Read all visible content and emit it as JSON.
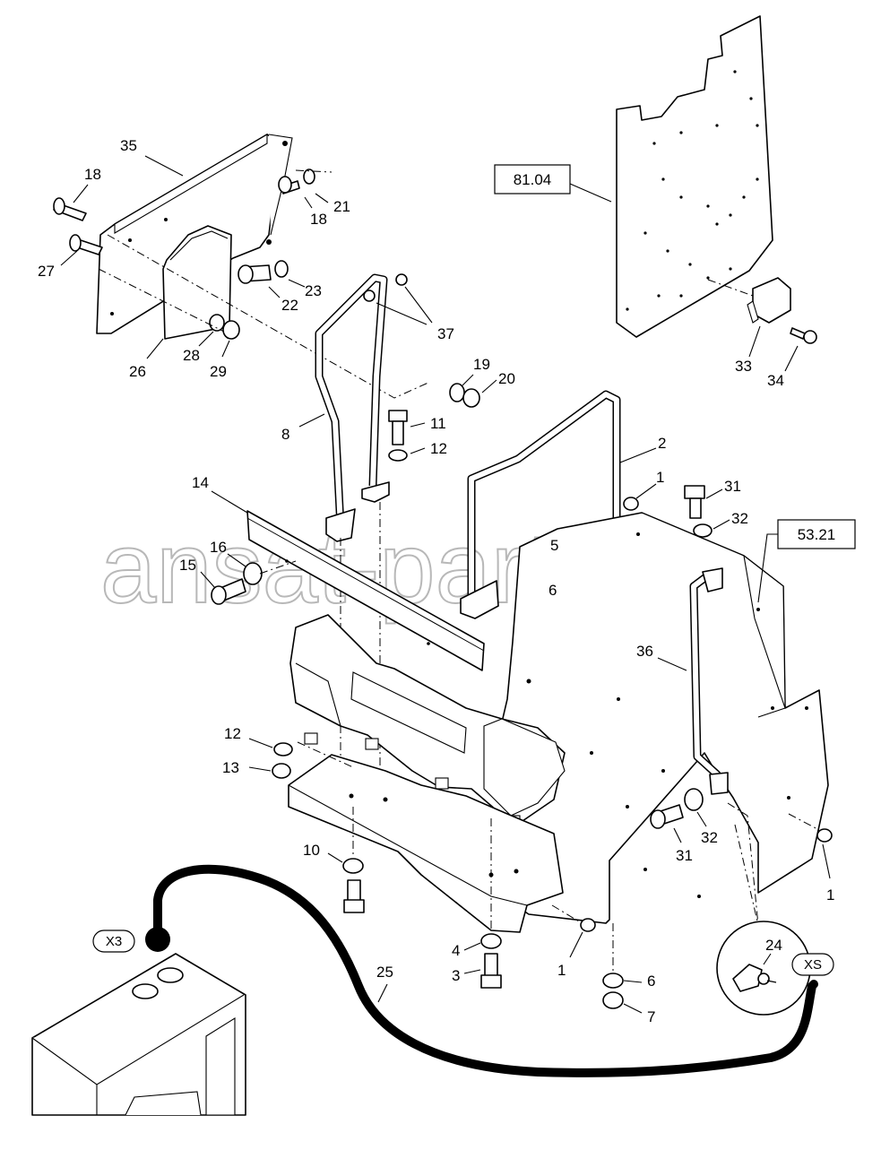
{
  "watermark": "ansat-parts.ru",
  "reference_boxes": [
    {
      "id": "ref-81-04",
      "text": "81.04"
    },
    {
      "id": "ref-53-21",
      "text": "53.21"
    }
  ],
  "connectors": [
    {
      "id": "connector-x3",
      "text": "X3"
    },
    {
      "id": "connector-xs",
      "text": "XS"
    }
  ],
  "callouts": [
    "35",
    "18",
    "21",
    "18",
    "27",
    "23",
    "22",
    "26",
    "28",
    "29",
    "37",
    "19",
    "20",
    "8",
    "11",
    "12",
    "2",
    "1",
    "31",
    "32",
    "14",
    "16",
    "15",
    "5",
    "6",
    "36",
    "12",
    "13",
    "31",
    "32",
    "1",
    "10",
    "4",
    "3",
    "1",
    "6",
    "7",
    "25",
    "24",
    "33",
    "34"
  ]
}
